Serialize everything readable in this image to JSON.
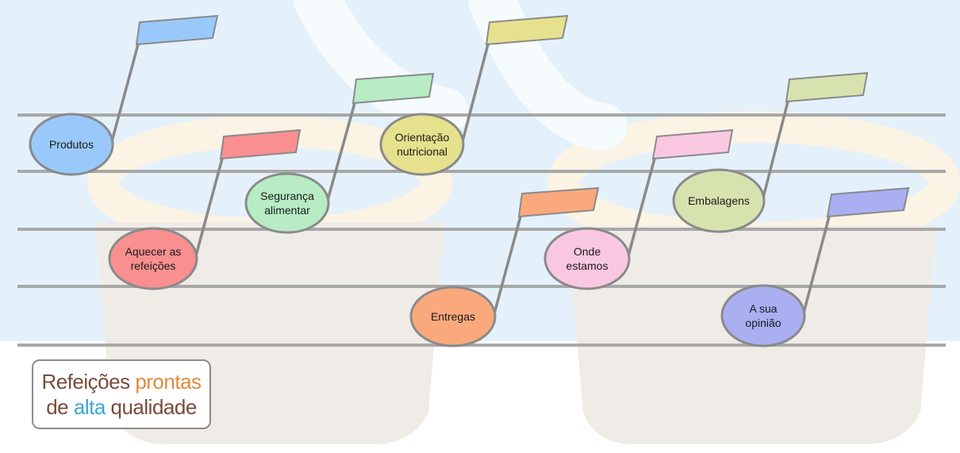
{
  "notes": [
    {
      "label": [
        "Produtos"
      ],
      "color": "#99c9fb"
    },
    {
      "label": [
        "Aquecer as",
        "refeições"
      ],
      "color": "#f98f8f"
    },
    {
      "label": [
        "Segurança",
        "alimentar"
      ],
      "color": "#b7ecc5"
    },
    {
      "label": [
        "Orientação",
        "nutricional"
      ],
      "color": "#e6e18d"
    },
    {
      "label": [
        "Entregas"
      ],
      "color": "#f9a97c"
    },
    {
      "label": [
        "Onde",
        "estamos"
      ],
      "color": "#f9c8e0"
    },
    {
      "label": [
        "Embalagens"
      ],
      "color": "#d7e3af"
    },
    {
      "label": [
        "A sua",
        "opinião"
      ],
      "color": "#a9aff1"
    }
  ],
  "logo": {
    "line1": [
      "Refeições",
      "prontas"
    ],
    "line2": [
      "de",
      "alta",
      "qualidade"
    ]
  },
  "colors": {
    "staff_line": "#a8a8a8",
    "note_outline": "#8a8a8a",
    "watermark_blue": "#e4f1fb",
    "watermark_cup": "#efebe6",
    "watermark_cream": "#fbf3e4"
  }
}
